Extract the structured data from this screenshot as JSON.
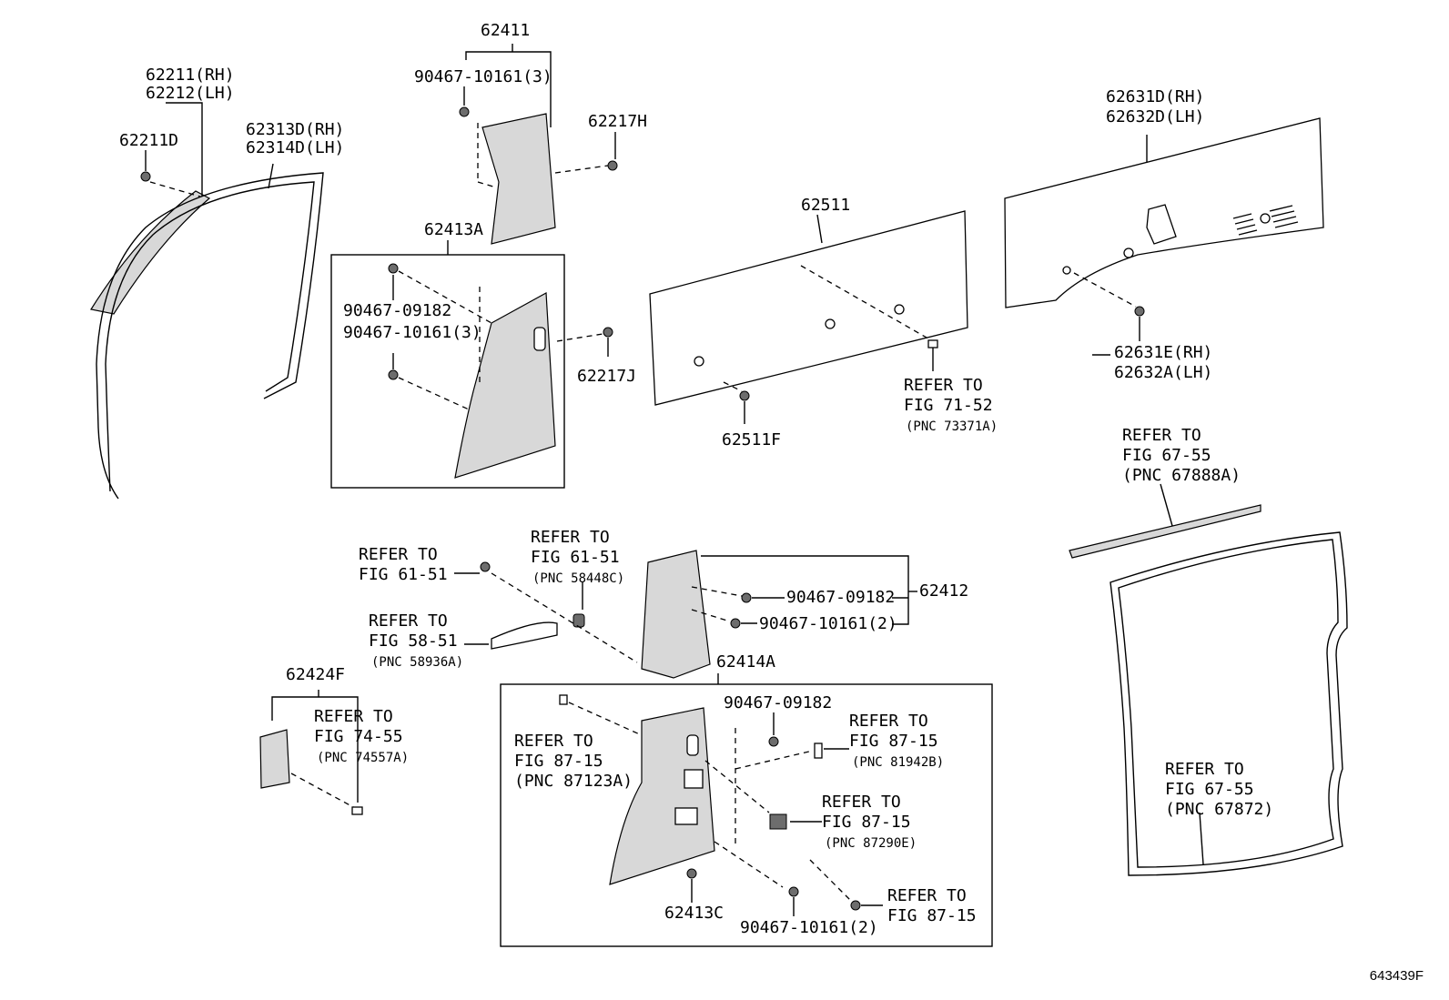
{
  "labels": {
    "p62411": "62411",
    "s9046710161_3a": "90467-10161(3)",
    "p62217H": "62217H",
    "p62211_rh": "62211(RH)",
    "p62212_lh": "62212(LH)",
    "p62211D": "62211D",
    "p62313D_rh": "62313D(RH)",
    "p62314D_lh": "62314D(LH)",
    "p62413A": "62413A",
    "s9046709182a": "90467-09182",
    "s9046710161_3b": "90467-10161(3)",
    "p62217J": "62217J",
    "p62511": "62511",
    "p62511F": "62511F",
    "ref7152_a": "REFER TO",
    "ref7152_b": "FIG 71-52",
    "ref7152_c": "(PNC 73371A)",
    "p62631D_rh": "62631D(RH)",
    "p62632D_lh": "62632D(LH)",
    "p62631E_rh": "62631E(RH)",
    "p62632A_lh": "62632A(LH)",
    "ref6755a_a": "REFER TO",
    "ref6755a_b": "FIG 67-55",
    "ref6755a_c": "(PNC 67888A)",
    "ref6151a_a": "REFER TO",
    "ref6151a_b": "FIG 61-51",
    "ref6151b_a": "REFER TO",
    "ref6151b_b": "FIG 61-51",
    "ref6151b_c": "(PNC 58448C)",
    "ref5851_a": "REFER TO",
    "ref5851_b": "FIG 58-51",
    "ref5851_c": "(PNC 58936A)",
    "s9046709182b": "90467-09182",
    "s9046710161_2a": "90467-10161(2)",
    "p62412": "62412",
    "p62414A": "62414A",
    "p62424F": "62424F",
    "ref7455_a": "REFER TO",
    "ref7455_b": "FIG 74-55",
    "ref7455_c": "(PNC 74557A)",
    "s9046709182c": "90467-09182",
    "ref8715a_a": "REFER TO",
    "ref8715a_b": "FIG 87-15",
    "ref8715a_c": "(PNC 81942B)",
    "ref8715b_a": "REFER TO",
    "ref8715b_b": "FIG 87-15",
    "ref8715b_c": "(PNC 87123A)",
    "ref8715c_a": "REFER TO",
    "ref8715c_b": "FIG 87-15",
    "ref8715c_c": "(PNC 87290E)",
    "p62413C": "62413C",
    "s9046710161_2b": "90467-10161(2)",
    "ref8715d_a": "REFER TO",
    "ref8715d_b": "FIG 87-15",
    "ref6755b_a": "REFER TO",
    "ref6755b_b": "FIG 67-55",
    "ref6755b_c": "(PNC 67872)",
    "figure_code": "643439F"
  }
}
